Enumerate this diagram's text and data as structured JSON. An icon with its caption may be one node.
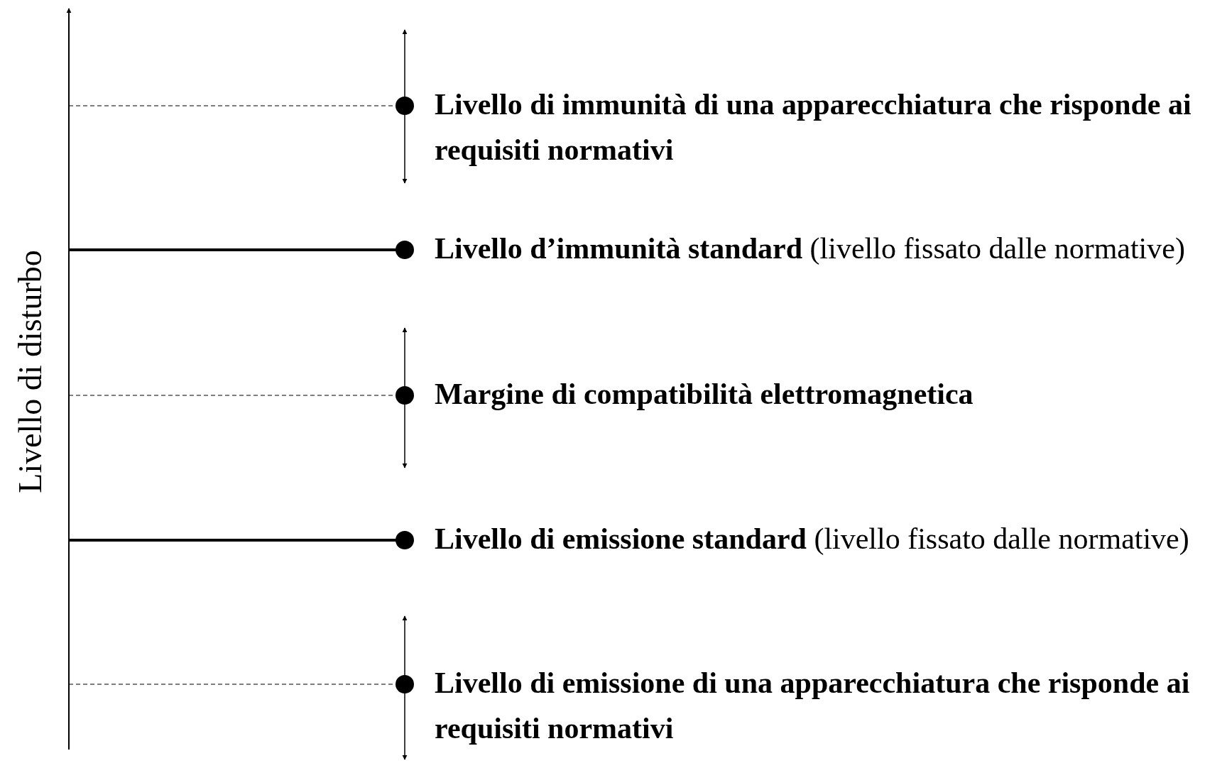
{
  "diagram": {
    "labels": [
      "Livello di disturbo",
      "Livello di immunità di una apparecchiatura che risponde ai requisiti normativi",
      "**Livello d’immunità standard** (livello fissato dalle normative)",
      "Margine di compatibilità elettromagnetica",
      "**Livello di emissione standard** (livello fissato dalle normative)",
      "Livello di emissione di una apparecchiatura che risponde ai requisiti normativi"
    ]
  }
}
